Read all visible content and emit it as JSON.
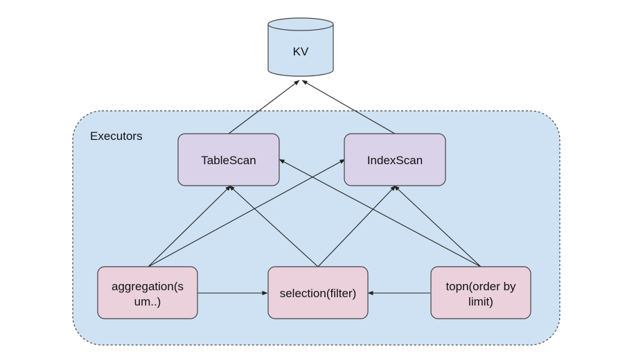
{
  "diagram": {
    "storage": {
      "label": "KV"
    },
    "group": {
      "label": "Executors"
    },
    "nodes": {
      "tablescan": {
        "label": "TableScan"
      },
      "indexscan": {
        "label": "IndexScan"
      },
      "aggregation": {
        "label_line1": "aggregation(s",
        "label_line2": "um..)"
      },
      "selection": {
        "label": "selection(filter)"
      },
      "topn": {
        "label_line1": "topn(order by",
        "label_line2": "limit)"
      }
    },
    "colors": {
      "group_fill": "#cfe2f3",
      "scan_fill": "#d9d2e9",
      "operator_fill": "#ead1dc",
      "storage_fill": "#cfe2f3",
      "stroke": "#444444",
      "arrow": "#222222"
    }
  }
}
